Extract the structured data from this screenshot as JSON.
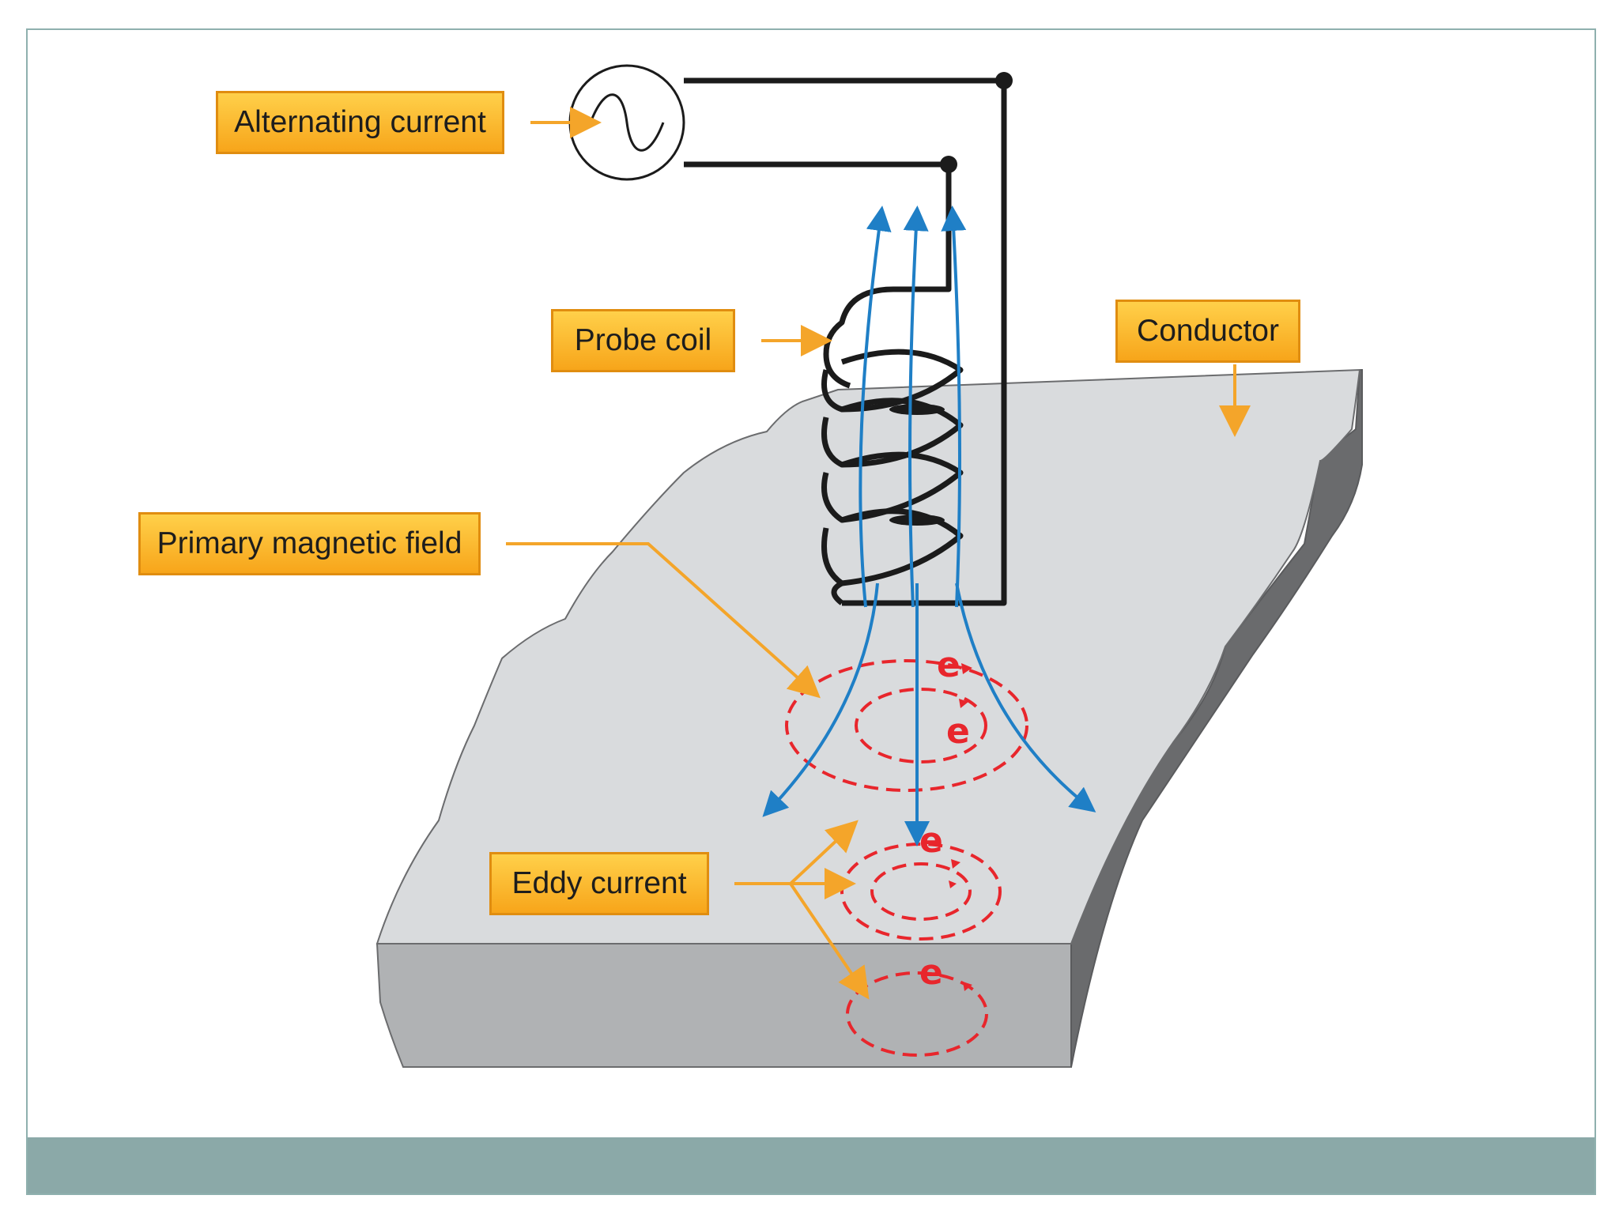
{
  "labels": {
    "alternating_current": "Alternating current",
    "probe_coil": "Probe coil",
    "conductor": "Conductor",
    "primary_magnetic_field": "Primary magnetic field",
    "eddy_current": "Eddy current"
  },
  "electron_symbol": "e",
  "colors": {
    "label_fill": "#f9b52b",
    "label_border": "#e08d10",
    "leader_line": "#f4a52a",
    "magnetic_field": "#1f7fc6",
    "eddy_current": "#e8262c",
    "conductor_top": "#d9dbdd",
    "conductor_side": "#a9abad",
    "conductor_edge": "#6b6c6e",
    "footer_bar": "#8ba9a8",
    "slide_border": "#8fb0ae",
    "wire": "#1b1b1b"
  },
  "icons": {
    "source": "ac-source-icon"
  }
}
